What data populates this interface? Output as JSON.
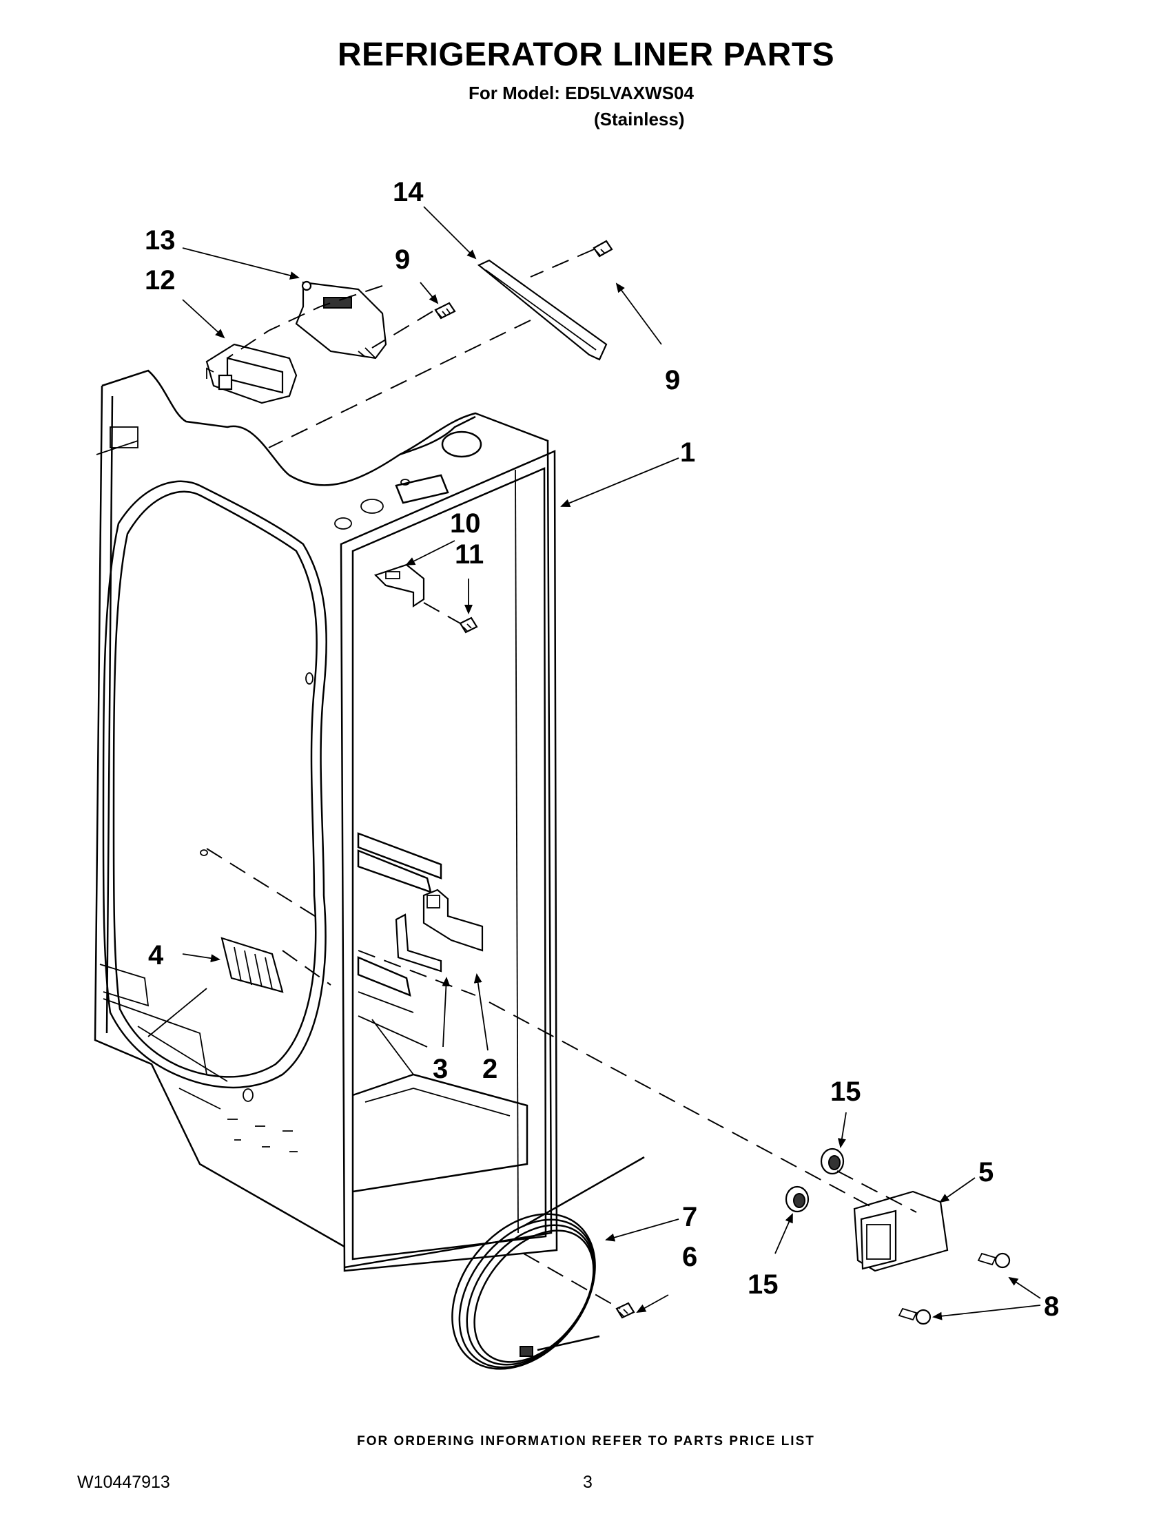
{
  "header": {
    "title": "REFRIGERATOR LINER PARTS",
    "model_line": "For Model: ED5LVAXWS04",
    "variant": "(Stainless)"
  },
  "callouts": [
    {
      "id": "c1",
      "text": "1"
    },
    {
      "id": "c2",
      "text": "2"
    },
    {
      "id": "c3",
      "text": "3"
    },
    {
      "id": "c4",
      "text": "4"
    },
    {
      "id": "c5",
      "text": "5"
    },
    {
      "id": "c6",
      "text": "6"
    },
    {
      "id": "c7",
      "text": "7"
    },
    {
      "id": "c8",
      "text": "8"
    },
    {
      "id": "c9a",
      "text": "9"
    },
    {
      "id": "c9b",
      "text": "9"
    },
    {
      "id": "c10",
      "text": "10"
    },
    {
      "id": "c11",
      "text": "11"
    },
    {
      "id": "c12",
      "text": "12"
    },
    {
      "id": "c13",
      "text": "13"
    },
    {
      "id": "c14",
      "text": "14"
    },
    {
      "id": "c15a",
      "text": "15"
    },
    {
      "id": "c15b",
      "text": "15"
    }
  ],
  "footer": {
    "ordering_note": "FOR ORDERING INFORMATION REFER TO PARTS PRICE LIST",
    "document_number": "W10447913",
    "page_number": "3"
  }
}
